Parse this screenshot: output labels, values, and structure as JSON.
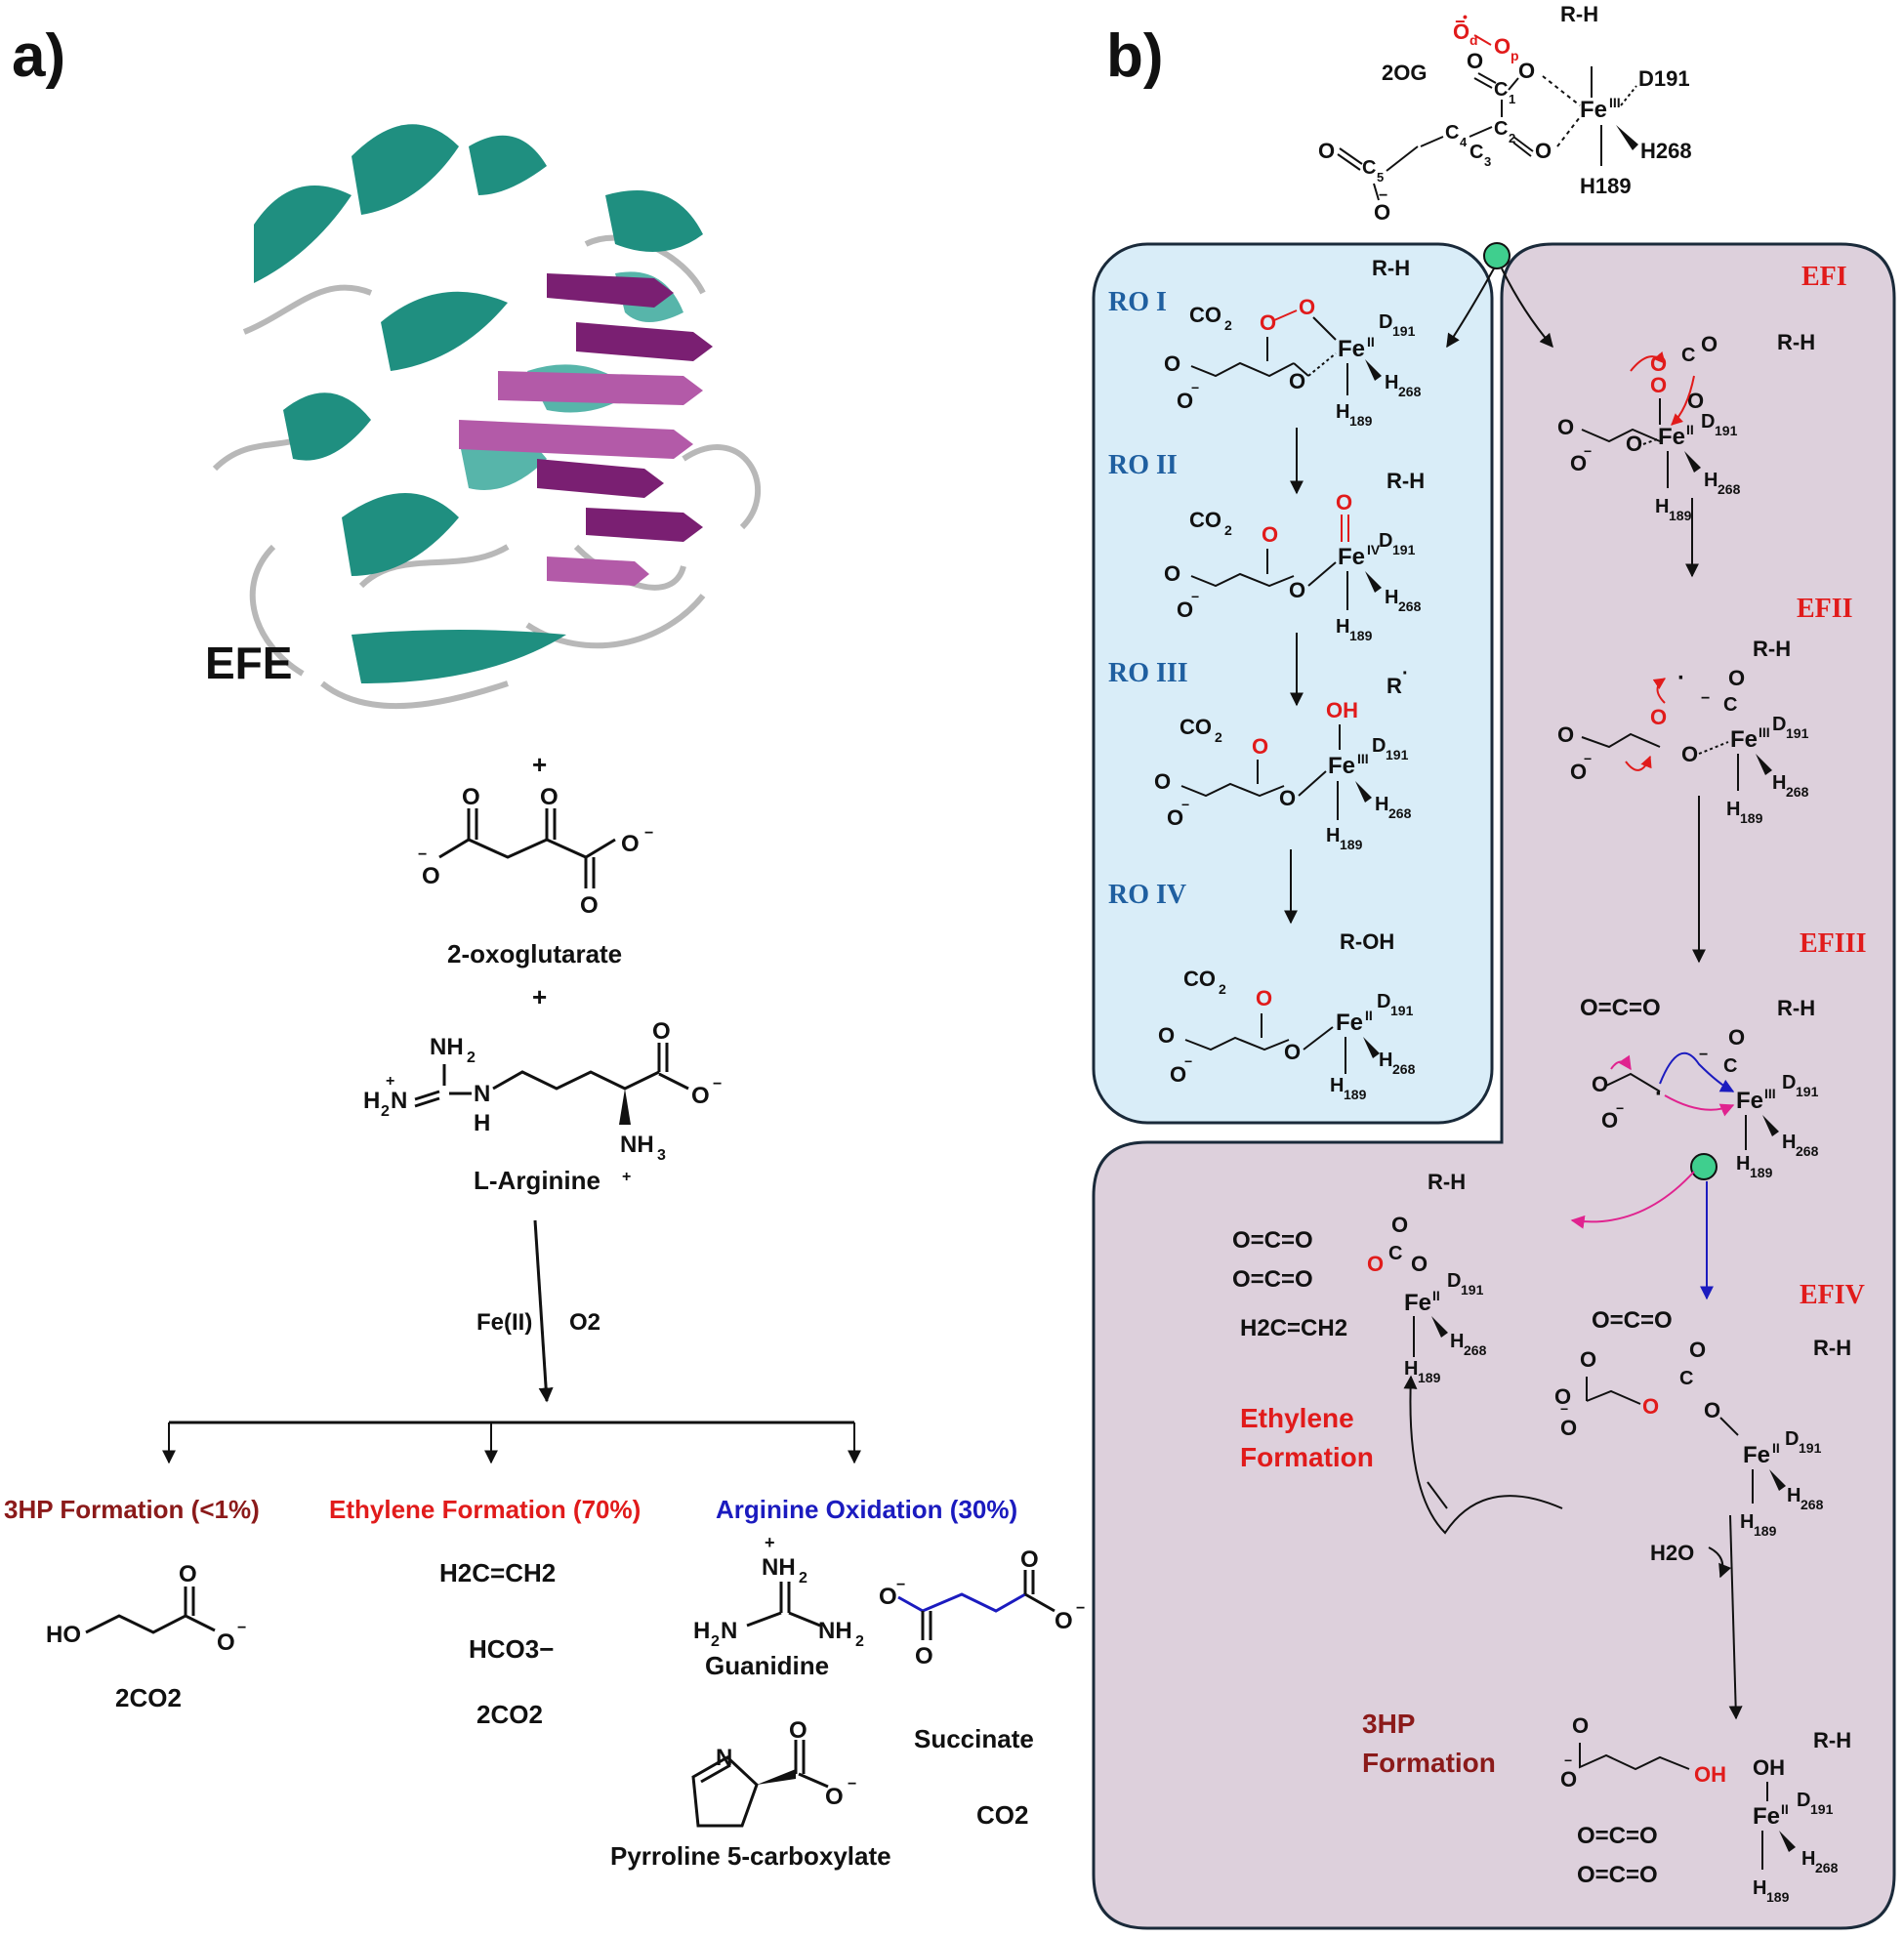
{
  "panel_a": {
    "label": "a)",
    "protein_label": "EFE",
    "plus_1": "+",
    "plus_2": "+",
    "oxoglutarate": {
      "name": "2-oxoglutarate"
    },
    "arginine": {
      "name": "L-Arginine",
      "charge": "+"
    },
    "conditions": {
      "metal": "Fe(II)",
      "oxidant": "O2"
    },
    "branches": [
      {
        "label": "3HP Formation (<1%)",
        "color": "#8b1a1a",
        "products": [
          "2CO2"
        ]
      },
      {
        "label": "Ethylene Formation (70%)",
        "color": "#e11b1b",
        "products": [
          "H2C=CH2",
          "HCO3−",
          "2CO2"
        ]
      },
      {
        "label": "Arginine Oxidation (30%)",
        "color": "#1b1bbf",
        "products": [
          "Guanidine",
          "Succinate",
          "Pyrroline 5-carboxylate",
          "CO2"
        ]
      }
    ]
  },
  "panel_b": {
    "label": "b)",
    "start": {
      "cosubstrate": "2OG",
      "substrate": "R-H",
      "metal": "Fe",
      "ox": "III",
      "ligands": [
        "D191",
        "H268",
        "H189"
      ],
      "atoms": [
        "C1",
        "C2",
        "C3",
        "C4",
        "C5"
      ],
      "oxygens": [
        "Od",
        "Op"
      ]
    },
    "ro_states": [
      {
        "label": "RO I",
        "co2": "CO2",
        "substrate": "R-H",
        "ox": "II"
      },
      {
        "label": "RO II",
        "co2": "CO2",
        "substrate": "R-H",
        "ox": "IV"
      },
      {
        "label": "RO III",
        "co2": "CO2",
        "substrate": "R",
        "ox": "III",
        "oh": "OH"
      },
      {
        "label": "RO IV",
        "co2": "CO2",
        "substrate": "R-OH",
        "ox": "II"
      }
    ],
    "ef_states": [
      {
        "label": "EFI",
        "substrate": "R-H",
        "ox": "II"
      },
      {
        "label": "EFII",
        "substrate": "R-H",
        "ox": "III"
      },
      {
        "label": "EFIII",
        "substrate": "R-H",
        "ox": "III",
        "co2": "O=C=O"
      },
      {
        "label": "EFIV",
        "substrate": "R-H",
        "ox": "II",
        "co2": "O=C=O"
      }
    ],
    "ethylene": {
      "title_line1": "Ethylene",
      "title_line2": "Formation",
      "substrate": "R-H",
      "products": [
        "O=C=O",
        "O=C=O",
        "H2C=CH2"
      ],
      "ox": "II"
    },
    "hp3": {
      "title_line1": "3HP",
      "title_line2": "Formation",
      "substrate": "R-H",
      "water": "H2O",
      "ox": "II",
      "oh": "OH"
    },
    "residues": {
      "d": "D191",
      "h1": "H268",
      "h2": "H189",
      "d_sub": "191",
      "h1_sub": "268",
      "h2_sub": "189"
    },
    "colors": {
      "ro_panel": "#d9edf8",
      "ef_panel": "#ddd0dc",
      "marker": "#3fcf8e",
      "red": "#e11b1b",
      "blue": "#1b1bbf",
      "magenta": "#e0238f",
      "teal_label": "#1f5fa0"
    }
  }
}
